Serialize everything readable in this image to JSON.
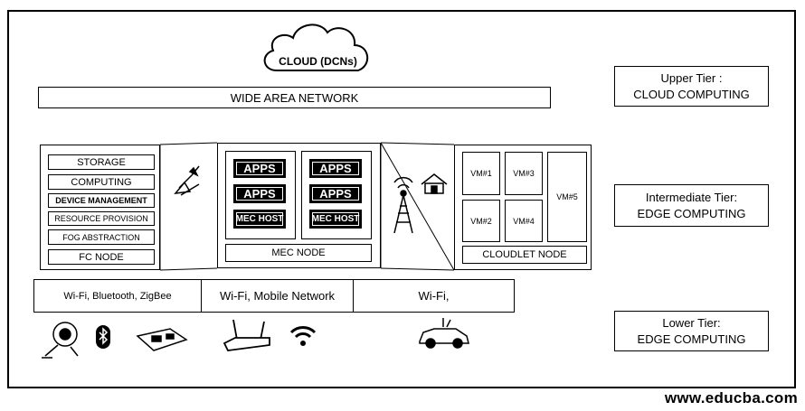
{
  "cloud": {
    "label": "CLOUD (DCNs)"
  },
  "wan": {
    "label": "WIDE AREA NETWORK"
  },
  "tiers": [
    {
      "line1": "Upper Tier :",
      "line2": "CLOUD COMPUTING"
    },
    {
      "line1": "Intermediate  Tier:",
      "line2": "EDGE COMPUTING"
    },
    {
      "line1": "Lower Tier:",
      "line2": "EDGE COMPUTING"
    }
  ],
  "fc_node": {
    "items": [
      "STORAGE",
      "COMPUTING",
      "DEVICE MANAGEMENT",
      "RESOURCE PROVISION",
      "FOG ABSTRACTION"
    ],
    "label": "FC NODE"
  },
  "mec_node": {
    "apps_label": "APPS",
    "host_label": "MEC HOST",
    "label": "MEC NODE"
  },
  "cloudlet_node": {
    "vms": [
      "VM#1",
      "VM#3",
      "VM#2",
      "VM#4",
      "VM#5"
    ],
    "label": "CLOUDLET NODE"
  },
  "networks": [
    "Wi-Fi, Bluetooth, ZigBee",
    "Wi-Fi, Mobile Network",
    "Wi-Fi,"
  ],
  "icons": [
    "camera-icon",
    "bluetooth-icon",
    "circuit-board-icon",
    "router-icon",
    "wifi-icon",
    "car-icon",
    "satellite-dish-icon",
    "radio-tower-icon",
    "house-icon"
  ],
  "footer": {
    "watermark": "www.educba.com"
  }
}
